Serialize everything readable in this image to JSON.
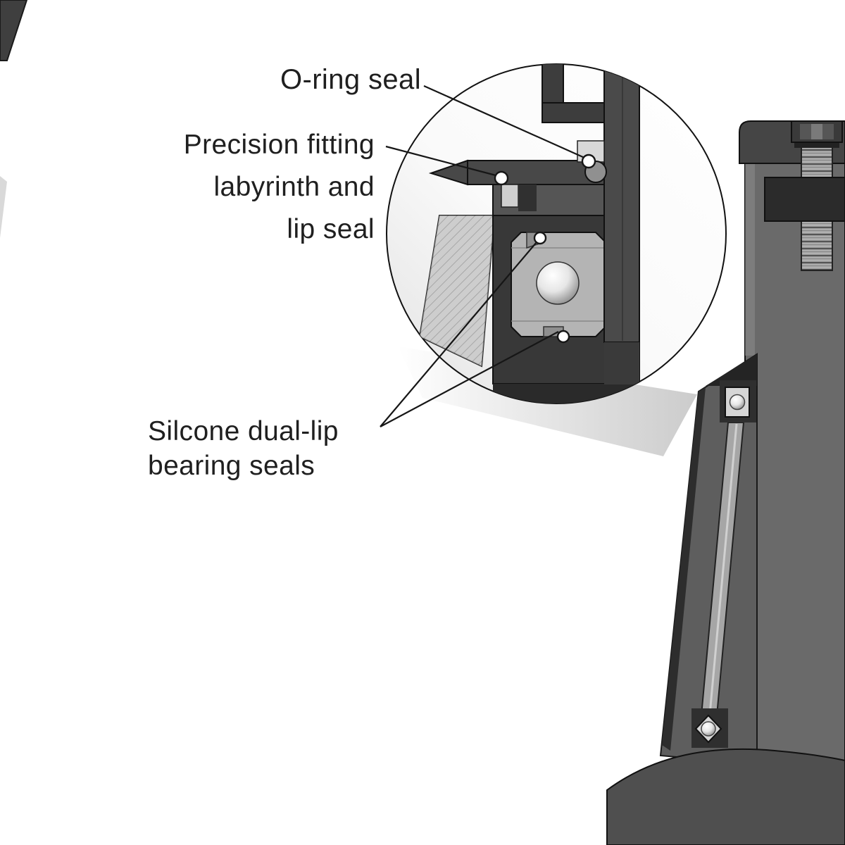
{
  "labels": {
    "oring": {
      "text": "O-ring seal"
    },
    "precision": {
      "line1": "Precision fitting",
      "line2": "labyrinth and",
      "line3": "lip seal"
    },
    "silicone": {
      "line1": "Silcone dual-lip",
      "line2": "bearing seals"
    }
  },
  "colors": {
    "ink": "#161616",
    "housing_dark": "#3d3d3d",
    "housing_mid": "#6a6a6a",
    "housing_light": "#b4b4b4",
    "steel_light": "#d6d6d6",
    "background": "#ffffff"
  }
}
